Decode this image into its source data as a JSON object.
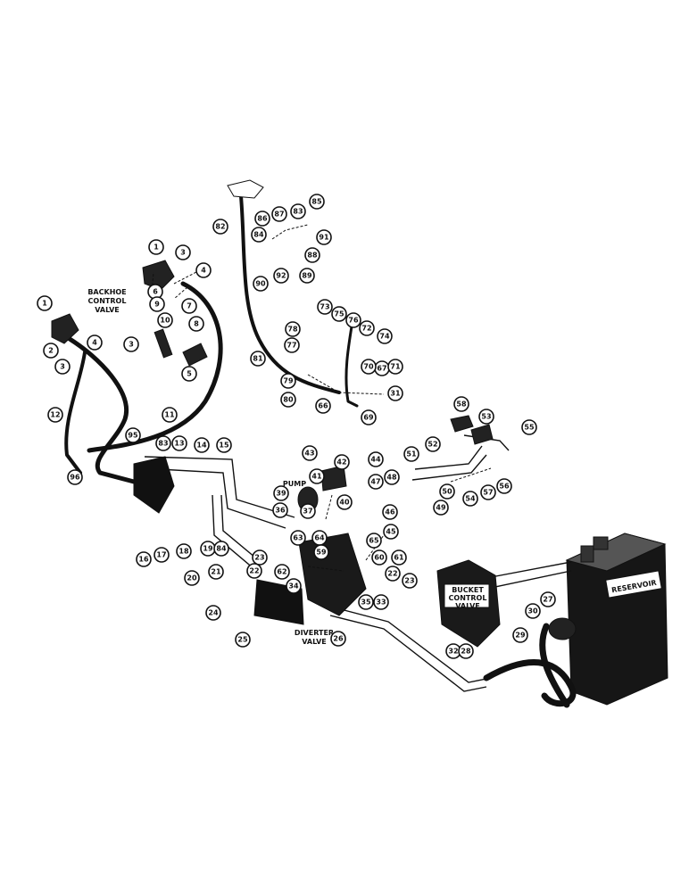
{
  "labels": {
    "backhoe_line1": "BACKHOE",
    "backhoe_line2": "CONTROL",
    "backhoe_line3": "VALVE",
    "pump": "PUMP",
    "diverter_line1": "DIVERTER",
    "diverter_line2": "VALVE",
    "bucket_line1": "BUCKET",
    "bucket_line2": "CONTROL",
    "bucket_line3": "VALVE",
    "reservoir": "RESERVOIR"
  },
  "callouts": [
    "1",
    "3",
    "4",
    "6",
    "7",
    "9",
    "10",
    "8",
    "3",
    "5",
    "1",
    "2",
    "3",
    "4",
    "11",
    "12",
    "95",
    "96",
    "83",
    "13",
    "14",
    "15",
    "16",
    "17",
    "18",
    "19",
    "84",
    "20",
    "21",
    "22",
    "62",
    "23",
    "24",
    "25",
    "26",
    "35",
    "33",
    "34",
    "36",
    "37",
    "39",
    "41",
    "43",
    "42",
    "44",
    "47",
    "40",
    "46",
    "45",
    "65",
    "64",
    "63",
    "59",
    "60",
    "61",
    "22",
    "23",
    "48",
    "50",
    "49",
    "51",
    "52",
    "54",
    "57",
    "56",
    "58",
    "53",
    "55",
    "82",
    "86",
    "87",
    "83",
    "85",
    "84",
    "91",
    "88",
    "90",
    "92",
    "89",
    "81",
    "73",
    "75",
    "76",
    "72",
    "74",
    "78",
    "77",
    "79",
    "80",
    "66",
    "67",
    "69",
    "70",
    "71",
    "31",
    "32",
    "28",
    "29",
    "30",
    "27"
  ]
}
